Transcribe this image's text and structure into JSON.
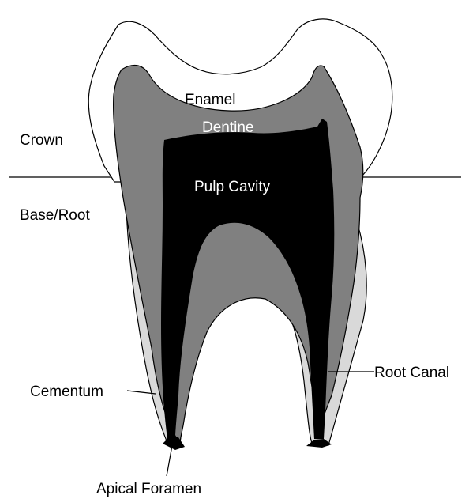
{
  "labels": {
    "enamel": "Enamel",
    "dentine": "Dentine",
    "crown": "Crown",
    "pulp_cavity": "Pulp Cavity",
    "base_root": "Base/Root",
    "root_canal": "Root Canal",
    "cementum": "Cementum",
    "apical_foramen": "Apical Foramen"
  },
  "colors": {
    "enamel": "#ffffff",
    "dentine": "#808080",
    "cementum": "#d9d9d9",
    "pulp": "#000000",
    "outline": "#000000",
    "text_dark": "#000000",
    "text_light": "#ffffff"
  }
}
